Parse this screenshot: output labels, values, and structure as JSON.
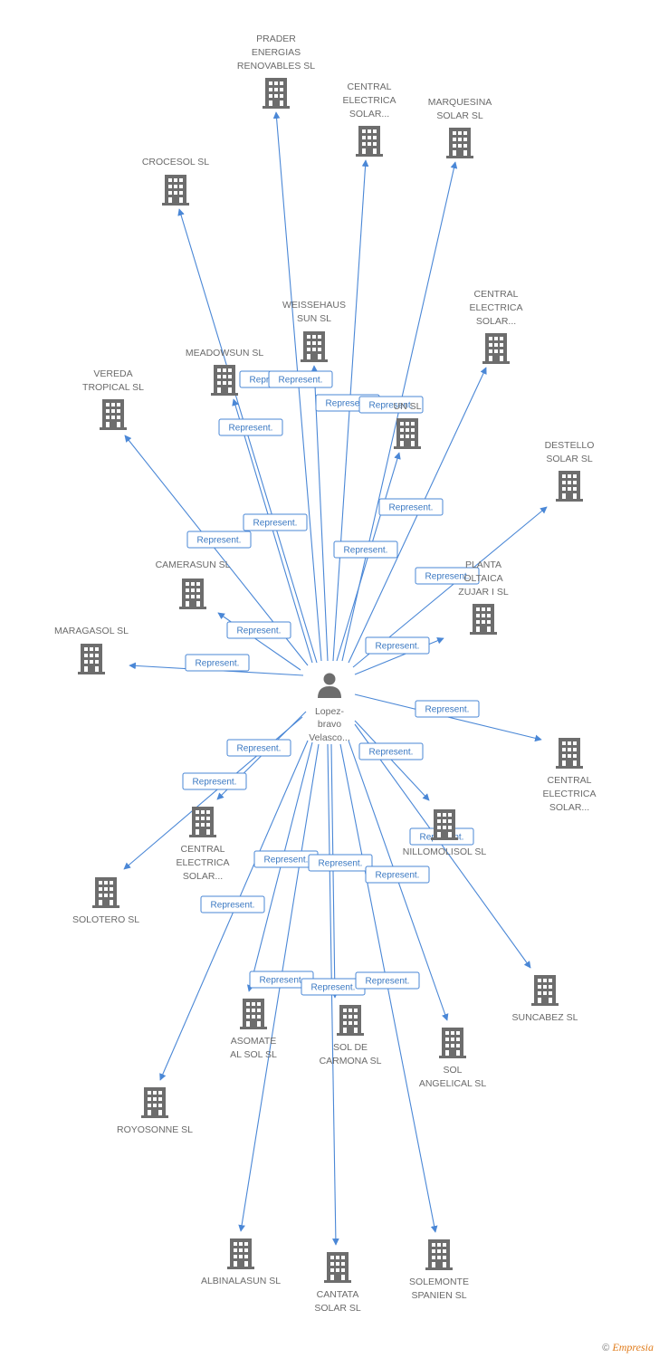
{
  "center": {
    "lines": [
      "Lopez-",
      "bravo",
      "Velasco..."
    ]
  },
  "edge_label": "Represent.",
  "watermark": {
    "copyright": "©",
    "brand": "Empresia"
  },
  "colors": {
    "edge": "#4a87d6",
    "icon": "#6d6d6d",
    "label": "#6a6a6a"
  },
  "nodes": [
    {
      "lines": [
        "PRADER",
        "ENERGIAS",
        "RENOVABLES SL"
      ]
    },
    {
      "lines": [
        "CENTRAL",
        "ELECTRICA",
        "SOLAR..."
      ]
    },
    {
      "lines": [
        "MARQUESINA",
        "SOLAR SL"
      ]
    },
    {
      "lines": [
        "CROCESOL SL"
      ]
    },
    {
      "lines": [
        "WEISSEHAUS",
        "SUN SL"
      ]
    },
    {
      "lines": [
        "CENTRAL",
        "ELECTRICA",
        "SOLAR..."
      ]
    },
    {
      "lines": [
        "MEADOWSUN SL"
      ]
    },
    {
      "lines": [
        "VEREDA",
        "TROPICAL SL"
      ]
    },
    {
      "lines": [
        "UN SL"
      ]
    },
    {
      "lines": [
        "DESTELLO",
        "SOLAR SL"
      ]
    },
    {
      "lines": [
        "CAMERASUN SL"
      ]
    },
    {
      "lines": [
        "PLANTA",
        "OLTAICA",
        "ZUJAR I SL"
      ]
    },
    {
      "lines": [
        "MARAGASOL SL"
      ]
    },
    {
      "lines": [
        "CENTRAL",
        "ELECTRICA",
        "SOLAR..."
      ]
    },
    {
      "lines": [
        "CENTRAL",
        "ELECTRICA",
        "SOLAR..."
      ]
    },
    {
      "lines": [
        "NILLOMOLISOL SL"
      ]
    },
    {
      "lines": [
        "SOLOTERO SL"
      ]
    },
    {
      "lines": [
        "SUNCABEZ SL"
      ]
    },
    {
      "lines": [
        "ASOMATE",
        "AL SOL SL"
      ]
    },
    {
      "lines": [
        "SOL DE",
        "CARMONA SL"
      ]
    },
    {
      "lines": [
        "SOL",
        "ANGELICAL SL"
      ]
    },
    {
      "lines": [
        "ROYOSONNE SL"
      ]
    },
    {
      "lines": [
        "ALBINALASUN SL"
      ]
    },
    {
      "lines": [
        "CANTATA",
        "SOLAR SL"
      ]
    },
    {
      "lines": [
        "SOLEMONTE",
        "SPANIEN SL"
      ]
    }
  ]
}
